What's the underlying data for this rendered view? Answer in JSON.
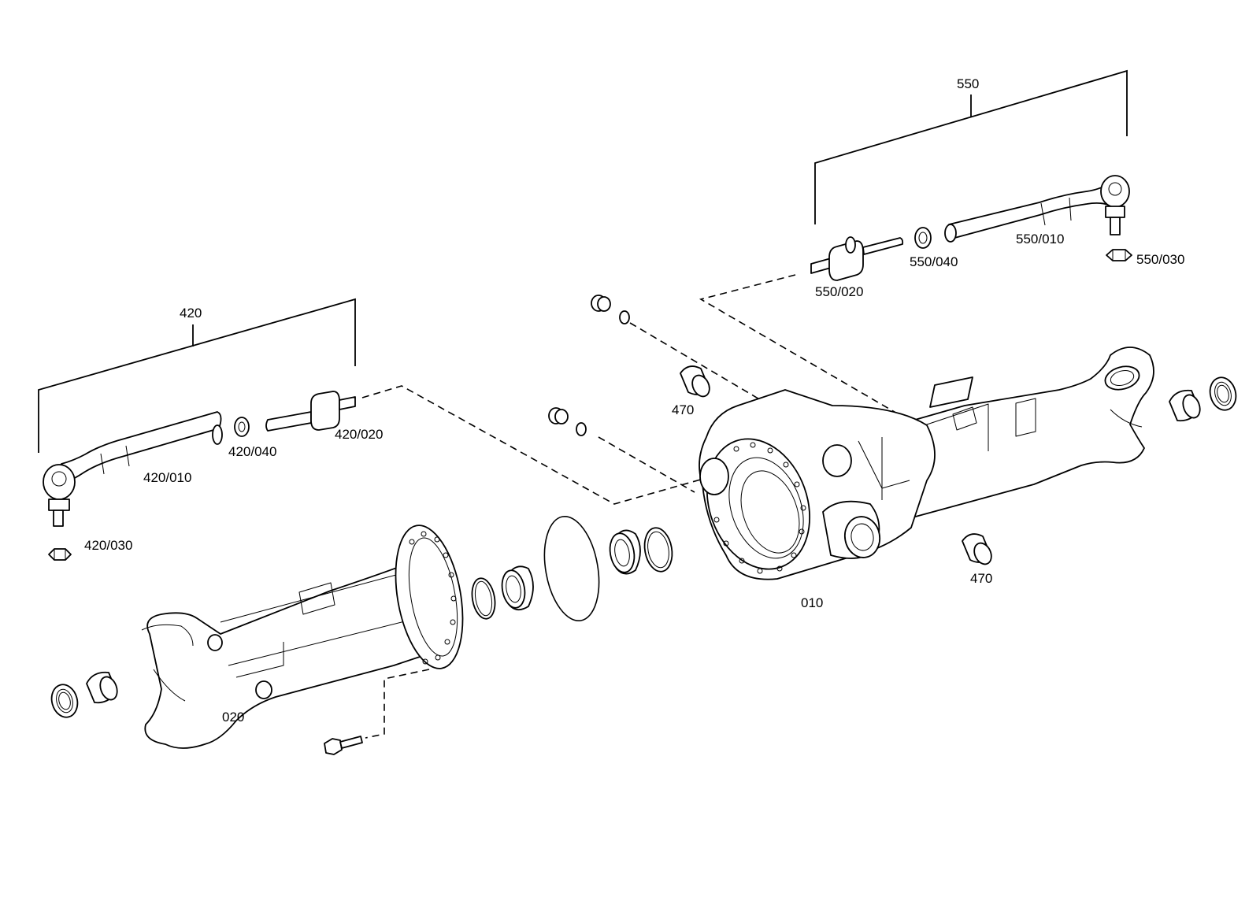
{
  "labels": {
    "group_550": "550",
    "p550_010": "550/010",
    "p550_020": "550/020",
    "p550_030": "550/030",
    "p550_040": "550/040",
    "group_420": "420",
    "p420_010": "420/010",
    "p420_020": "420/020",
    "p420_030": "420/030",
    "p420_040": "420/040",
    "p470_a": "470",
    "p470_b": "470",
    "p010": "010",
    "p020": "020"
  }
}
